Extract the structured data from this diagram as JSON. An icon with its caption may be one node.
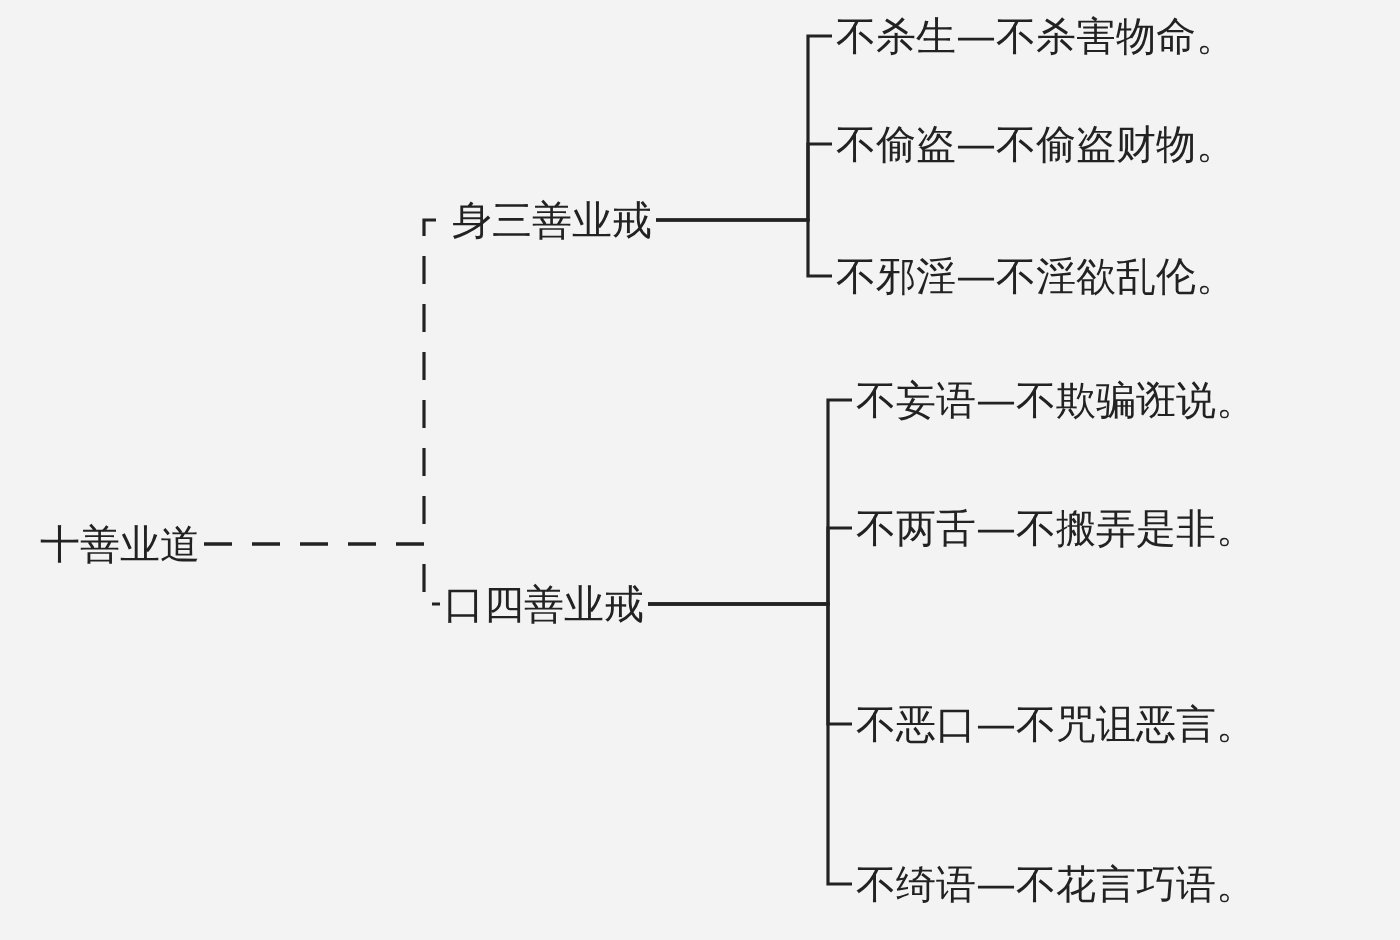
{
  "diagram": {
    "nodes": [
      {
        "text": [
          "十善业道"
        ]
      },
      {
        "text": [
          "身三善业戒"
        ]
      },
      {
        "text": [
          "口四善业戒"
        ]
      },
      {
        "text": [
          "不杀生—不杀害物命。"
        ]
      },
      {
        "text": [
          "不偷盗—不偷盗财物。"
        ]
      },
      {
        "text": [
          "不邪淫—不淫欲乱伦。"
        ]
      },
      {
        "text": [
          "不妄语—不欺骗诳说。"
        ]
      },
      {
        "text": [
          "不两舌—不搬弄是非。"
        ]
      },
      {
        "text": [
          "不恶口—不咒诅恶言。"
        ]
      },
      {
        "text": [
          "不绮语—不花言巧语。"
        ]
      }
    ],
    "edges": [
      {
        "from": 0,
        "to": 1,
        "arrow": "none",
        "style": "dashed"
      },
      {
        "from": 0,
        "to": 2,
        "arrow": "none",
        "style": "dashed"
      },
      {
        "from": 1,
        "to": 3,
        "arrow": "none"
      },
      {
        "from": 1,
        "to": 4,
        "arrow": "none"
      },
      {
        "from": 1,
        "to": 5,
        "arrow": "none"
      },
      {
        "from": 2,
        "to": 6,
        "arrow": "none"
      },
      {
        "from": 2,
        "to": 7,
        "arrow": "none"
      },
      {
        "from": 2,
        "to": 8,
        "arrow": "none"
      },
      {
        "from": 2,
        "to": 9,
        "arrow": "none"
      }
    ]
  }
}
